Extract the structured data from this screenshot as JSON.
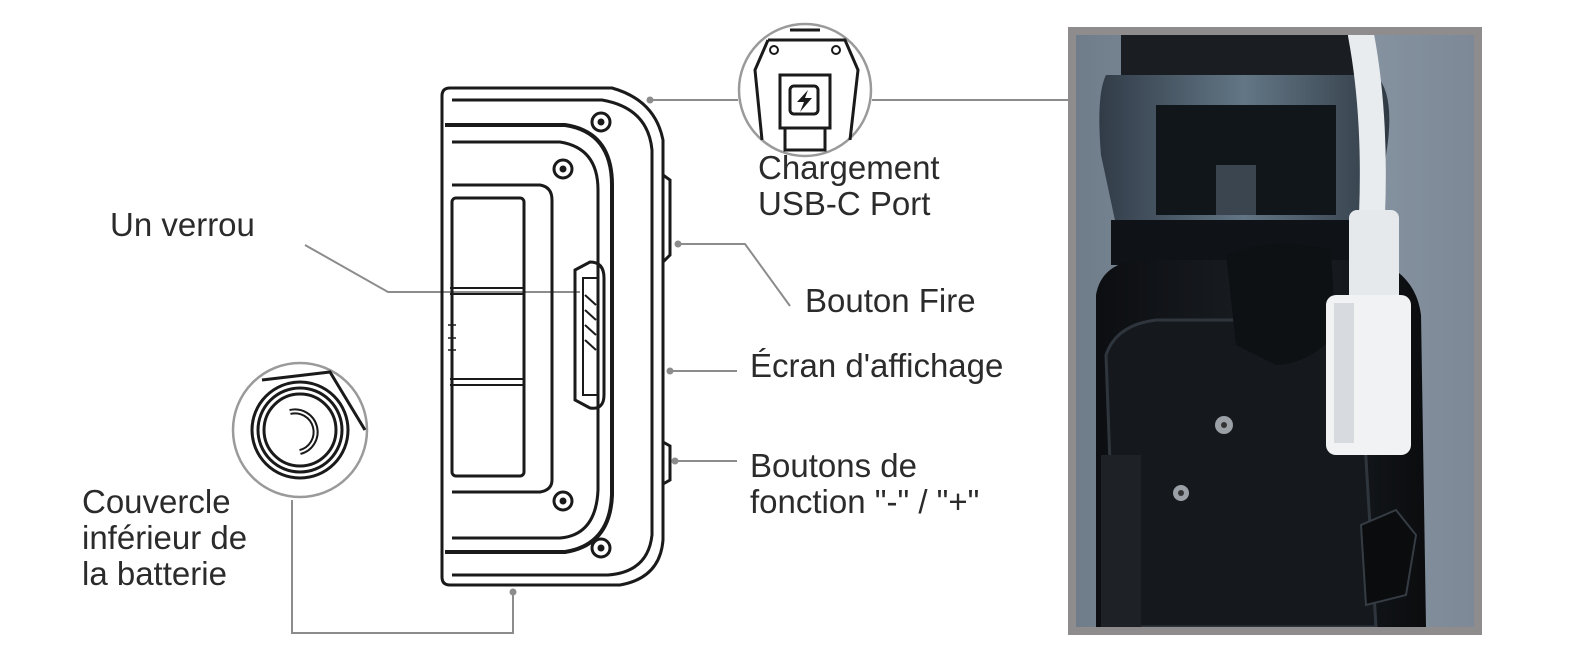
{
  "diagram": {
    "labels": {
      "lock": "Un verrou",
      "usb_charging": "Chargement\nUSB-C Port",
      "fire_button": "Bouton Fire",
      "display_screen": "Écran d'affichage",
      "function_buttons": "Boutons de\nfonction \"-\" / \"+\"",
      "battery_cover": "Couvercle\ninférieur de\nla batterie"
    },
    "icons": {
      "usb_port": "lightning-bolt-icon",
      "battery_cap": "battery-cap-icon",
      "screw": "screw-icon"
    },
    "colors": {
      "line": "#8c8c8c",
      "ink": "#1a1a1a",
      "photo_frame": "#8e8c8c",
      "device_body": "#15181c"
    }
  }
}
